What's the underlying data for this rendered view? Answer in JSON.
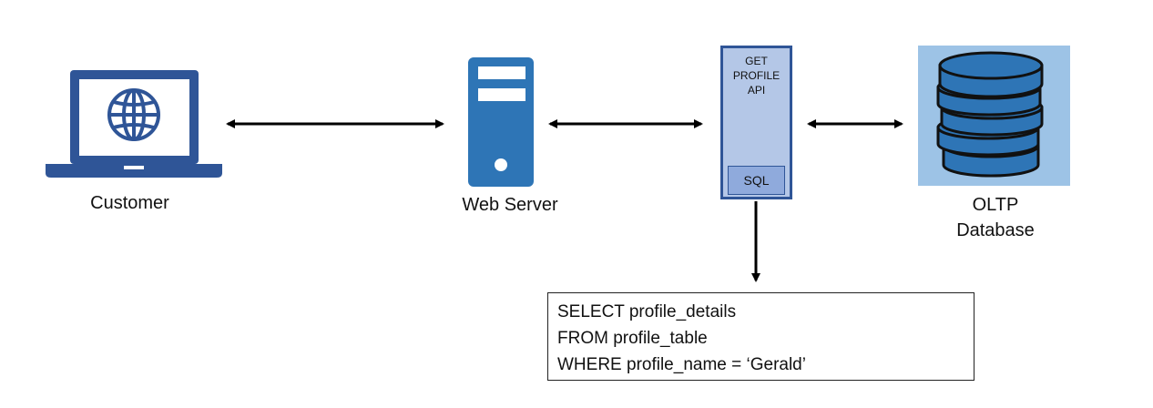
{
  "nodes": {
    "customer": {
      "label": "Customer",
      "icon": "laptop-globe-icon"
    },
    "web_server": {
      "label": "Web Server",
      "icon": "server-tower-icon"
    },
    "api": {
      "title_lines": [
        "GET",
        "PROFILE",
        "API"
      ],
      "inner_label": "SQL"
    },
    "database": {
      "label_lines": [
        "OLTP",
        "Database"
      ],
      "icon": "database-stack-icon"
    }
  },
  "query": {
    "lines": [
      "SELECT profile_details",
      "FROM profile_table",
      "WHERE profile_name = ‘Gerald’"
    ]
  },
  "colors": {
    "laptop": "#2f5597",
    "server": "#2e75b6",
    "api_fill": "#b4c7e7",
    "api_border": "#2f5597",
    "sql_fill": "#8faadc",
    "db_background": "#9dc3e6",
    "db_disk": "#2e75b6",
    "arrow": "#000000"
  }
}
